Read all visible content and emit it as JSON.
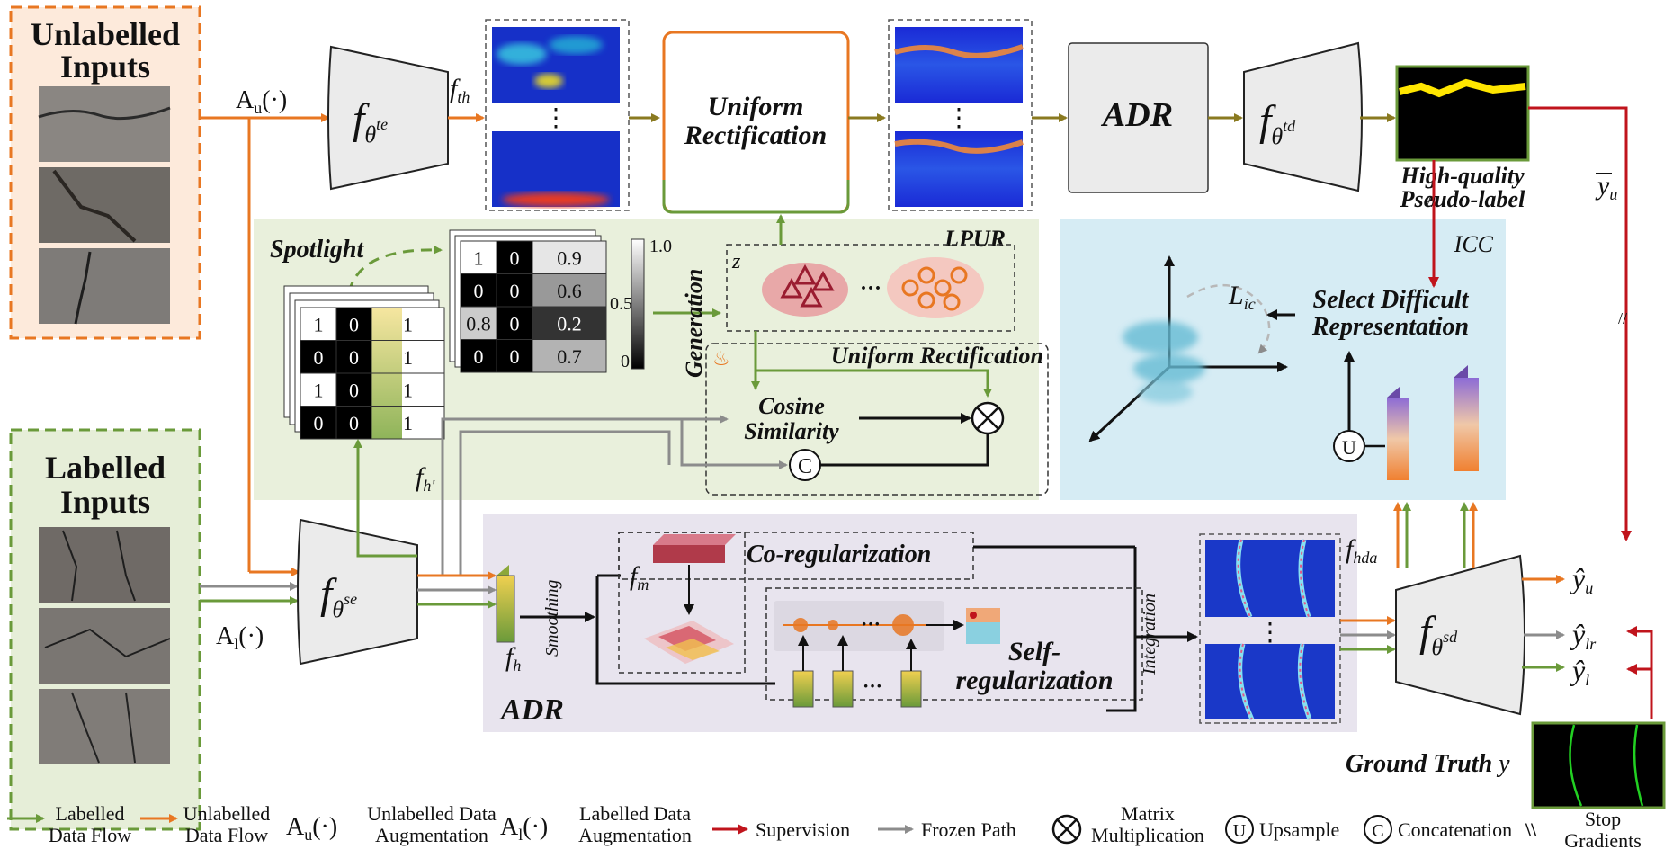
{
  "inputs": {
    "unlabelled_title": [
      "Unlabelled",
      "Inputs"
    ],
    "labelled_title": [
      "Labelled",
      "Inputs"
    ]
  },
  "aug": {
    "au": "A",
    "au_sub": "u",
    "al": "A",
    "al_sub": "l",
    "dot": "(·)"
  },
  "features": {
    "f": "f",
    "theta": "θ",
    "te": "te",
    "td": "td",
    "se": "se",
    "sd": "sd",
    "th": "th",
    "h": "h",
    "hprime": "h'",
    "m": "m",
    "hda": "hda",
    "z": "z",
    "lic": "L",
    "lic_sub": "ic"
  },
  "modules": {
    "uniform_rect_top": [
      "Uniform",
      "Rectification"
    ],
    "adr_top": "ADR",
    "adr_region": "ADR",
    "lpur": "LPUR",
    "icc": "ICC",
    "spotlight": "Spotlight",
    "generation": "Generation",
    "uniform_rect_inner": "Uniform Rectification",
    "cosine": [
      "Cosine",
      "Similarity"
    ],
    "co_reg": "Co-regularization",
    "self_reg": [
      "Self-",
      "regularization"
    ],
    "smoothing": "Smoothing",
    "integration": "Integration",
    "select_difficult": [
      "Select Difficult",
      "Representation"
    ],
    "pseudo_label": [
      "High-quality",
      "Pseudo-label"
    ],
    "pseudo_sym": "y",
    "pseudo_sub": "u",
    "ground_truth": "Ground Truth",
    "gt_sym": "y",
    "ellipsis": "⋮",
    "hellipsis": "···"
  },
  "outputs": {
    "yu": "ŷ",
    "yu_sub": "u",
    "ylr": "ŷ",
    "ylr_sub": "lr",
    "yl": "ŷ",
    "yl_sub": "l"
  },
  "matrix_left": [
    [
      "1",
      "0",
      "1"
    ],
    [
      "0",
      "0",
      "1"
    ],
    [
      "1",
      "0",
      "1"
    ],
    [
      "0",
      "0",
      "1"
    ]
  ],
  "matrix_right": [
    [
      "1",
      "0",
      "0.9"
    ],
    [
      "0",
      "0",
      "0.6"
    ],
    [
      "0.8",
      "0",
      "0.2"
    ],
    [
      "0",
      "0",
      "0.7"
    ]
  ],
  "colorbar": {
    "max": "1.0",
    "mid": "0.5",
    "min": "0"
  },
  "symbols": {
    "concat": "C",
    "upsample": "U",
    "mult": "⊗"
  },
  "legend": [
    {
      "label": [
        "Labelled",
        "Data Flow"
      ],
      "color": "#6a9a3a"
    },
    {
      "label": [
        "Unlabelled",
        "Data Flow"
      ],
      "color": "#e87722"
    },
    {
      "label": [
        "Unlabelled Data",
        "Augmentation"
      ],
      "sym": "A",
      "sub": "u",
      "dot": "(·)"
    },
    {
      "label": [
        "Labelled Data",
        "Augmentation"
      ],
      "sym": "A",
      "sub": "l",
      "dot": "(·)"
    },
    {
      "label": [
        "Supervision"
      ],
      "color": "#c0141c"
    },
    {
      "label": [
        "Frozen Path"
      ],
      "color": "#8c8c8c"
    },
    {
      "label": [
        "Matrix",
        "Multiplication"
      ],
      "sym": "⊗"
    },
    {
      "label": [
        "Upsample"
      ],
      "sym": "U"
    },
    {
      "label": [
        "Concatenation"
      ],
      "sym": "C"
    },
    {
      "label": [
        "Stop",
        "Gradients"
      ],
      "sym": "\\\\"
    }
  ]
}
